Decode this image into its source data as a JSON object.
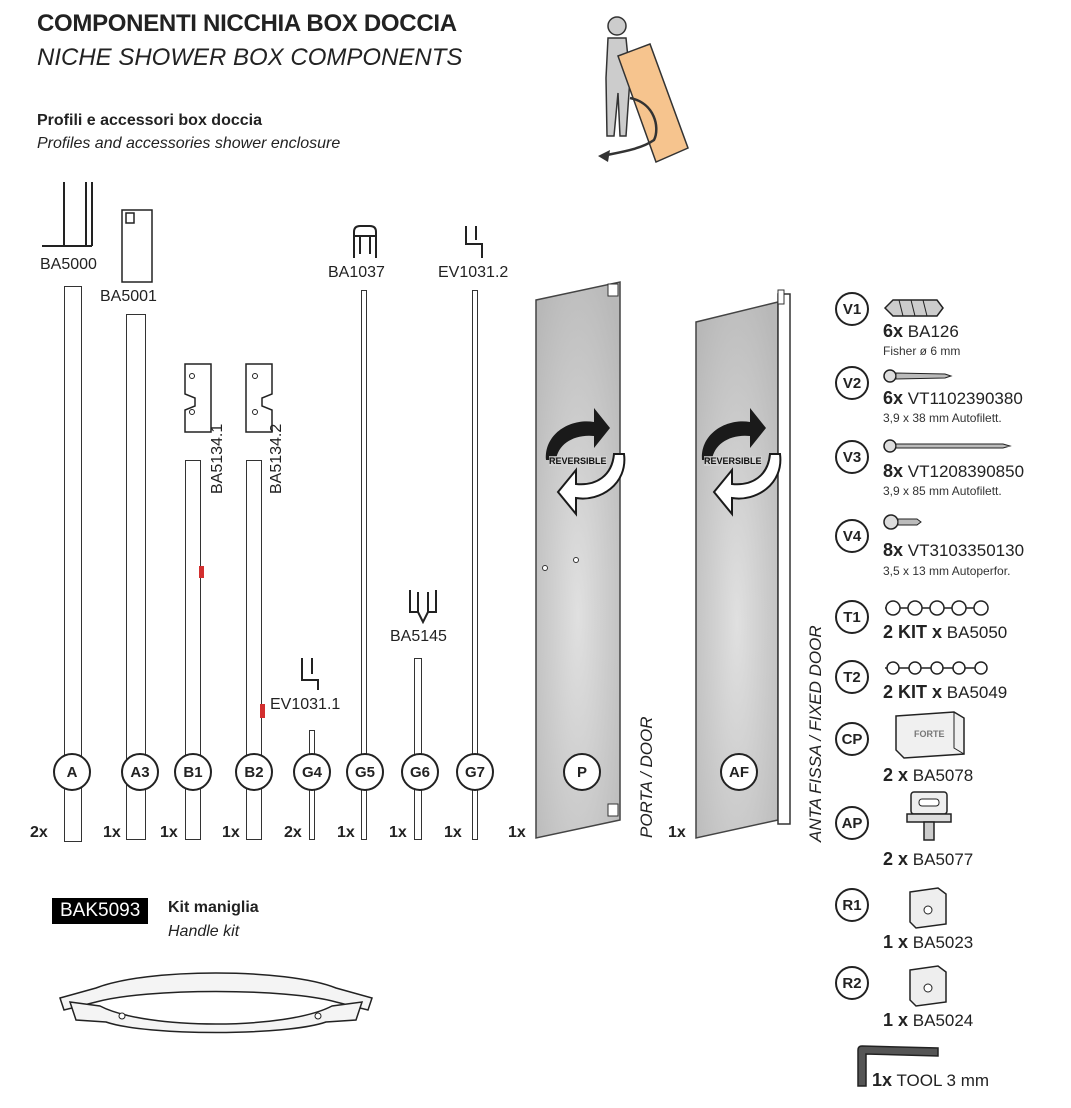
{
  "header": {
    "title": "COMPONENTI NICCHIA BOX DOCCIA",
    "subtitle": "NICHE SHOWER BOX COMPONENTS",
    "section_title": "Profili e accessori box doccia",
    "section_subtitle": "Profiles and accessories shower enclosure"
  },
  "profiles": [
    {
      "letter": "A",
      "code": "BA5000",
      "qty": "2x"
    },
    {
      "letter": "A3",
      "code": "BA5001",
      "qty": "1x"
    },
    {
      "letter": "B1",
      "code": "BA5134.1",
      "qty": "1x"
    },
    {
      "letter": "B2",
      "code": "BA5134.2",
      "qty": "1x"
    },
    {
      "letter": "G4",
      "code": "EV1031.1",
      "qty": "2x"
    },
    {
      "letter": "G5",
      "code": "BA1037",
      "qty": "1x"
    },
    {
      "letter": "G6",
      "code": "BA5145",
      "qty": "1x"
    },
    {
      "letter": "G7",
      "code": "EV1031.2",
      "qty": "1x"
    },
    {
      "letter": "P",
      "qty": "1x",
      "label": "PORTA / DOOR",
      "reversible": "REVERSIBLE"
    },
    {
      "letter": "AF",
      "qty": "1x",
      "label": "ANTA FISSA / FIXED DOOR",
      "reversible": "REVERSIBLE"
    }
  ],
  "accessories": [
    {
      "id": "V1",
      "qty": "6x",
      "code": "BA126",
      "desc": "Fisher ø 6 mm"
    },
    {
      "id": "V2",
      "qty": "6x",
      "code": "VT1102390380",
      "desc": "3,9 x 38 mm Autofilett."
    },
    {
      "id": "V3",
      "qty": "8x",
      "code": "VT1208390850",
      "desc": "3,9 x 85 mm Autofilett."
    },
    {
      "id": "V4",
      "qty": "8x",
      "code": "VT3103350130",
      "desc": "3,5 x 13 mm Autoperfor."
    },
    {
      "id": "T1",
      "qty": "2 KIT x",
      "code": "BA5050"
    },
    {
      "id": "T2",
      "qty": "2 KIT x",
      "code": "BA5049"
    },
    {
      "id": "CP",
      "qty": "2 x",
      "code": "BA5078",
      "logo": "FORTE"
    },
    {
      "id": "AP",
      "qty": "2 x",
      "code": "BA5077"
    },
    {
      "id": "R1",
      "qty": "1 x",
      "code": "BA5023"
    },
    {
      "id": "R2",
      "qty": "1 x",
      "code": "BA5024"
    }
  ],
  "tool": {
    "qty": "1x",
    "label": "TOOL 3 mm"
  },
  "handle_kit": {
    "code": "BAK5093",
    "title": "Kit maniglia",
    "subtitle": "Handle kit"
  }
}
